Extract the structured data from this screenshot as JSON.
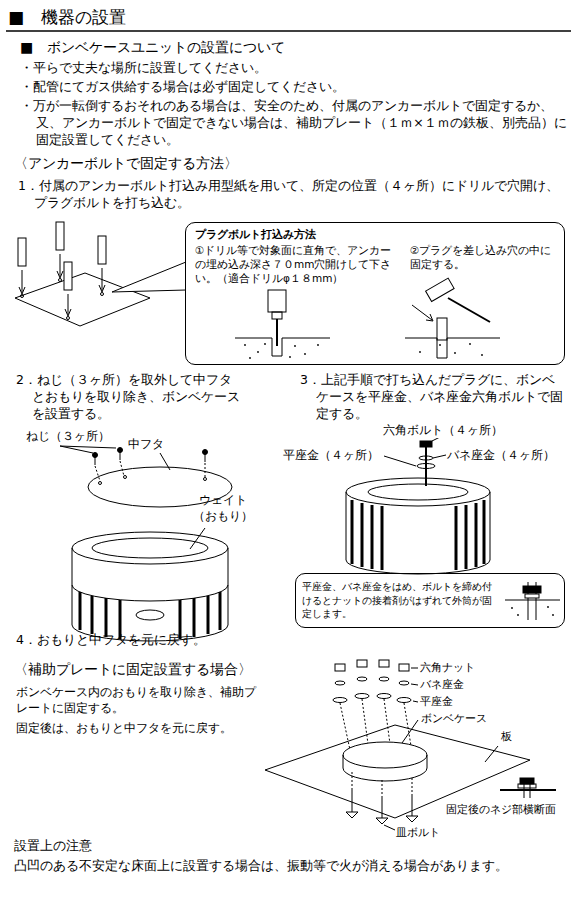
{
  "diagram": {
    "title": "■　機器の設置",
    "nodes": [
      {
        "text": [
          "プラグボルト打込み方法",
          "①ドリル等で対象面に直角で、アンカーの埋め込み深さ７０mm穴開けして下さい。（適合ドリルφ１８mm）",
          "②プラグを差し込み穴の中に固定する。"
        ]
      },
      {
        "text": [
          "平座金、バネ座金をはめ、ボルトを締め付けるとナットの接着剤がはずれて外筒が固定します。"
        ]
      }
    ],
    "labels": [
      "■　ボンベケースユニットの設置について",
      "・平らで丈夫な場所に設置してください。",
      "・配管にてガス供給する場合は必ず固定してください。",
      "・万が一転倒するおそれのある場合は、安全のため、付属のアンカーボルトで固定するか、又、アンカーボルトで固定できない場合は、補助プレート（１ｍ×１ｍの鉄板、別売品）に固定設置してください。",
      "〈アンカーボルトで固定する方法〉",
      "1．付属のアンカーボルト打込み用型紙を用いて、所定の位置（４ヶ所）にドリルで穴開け、プラグボルトを打ち込む。",
      "2．ねじ（３ヶ所）を取外して中フタとおもりを取り除き、ボンベケースを設置する。",
      "3．上記手順で打ち込んだプラグに、ボンベケースを平座金、バネ座金六角ボルトで固定する。",
      "ねじ（３ヶ所）",
      "中フタ",
      "ウェイト（おもり）",
      "六角ボルト（４ヶ所）",
      "平座金（４ヶ所）",
      "バネ座金（４ヶ所）",
      "4．おもりと中フタを元に戻す。",
      "〈補助プレートに固定設置する場合〉",
      "ボンベケース内のおもりを取り除き、補助プレートに固定する。",
      "固定後は、おもりと中フタを元に戻す。",
      "六角ナット",
      "バネ座金",
      "平座金",
      "ボンベケース",
      "板",
      "固定後のネジ部横断面",
      "皿ボルト",
      "設置上の注意",
      "凸凹のある不安定な床面上に設置する場合は、振動等で火が消える場合があります。"
    ]
  }
}
